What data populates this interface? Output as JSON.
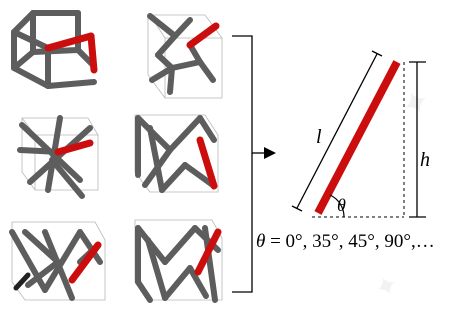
{
  "figure": {
    "label_length": "l",
    "label_height": "h",
    "label_angle": "θ",
    "angle_list": "θ = 0°, 35°, 45°, 90°,…",
    "angle_list_var": "θ",
    "angle_list_values": " = 0°, 35°, 45°, 90°,…",
    "lattice_count": 6,
    "colors": {
      "strut": "#5d5d5d",
      "highlight": "#cc0d0d",
      "line": "#000000"
    }
  }
}
